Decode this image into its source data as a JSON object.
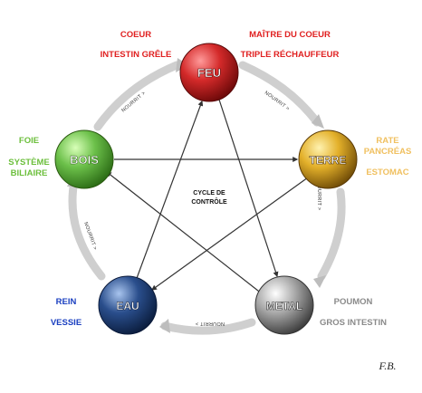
{
  "nodes": {
    "feu": {
      "label": "FEU",
      "color": "#d42a2a"
    },
    "terre": {
      "label": "TERRE",
      "color": "#e3b02a"
    },
    "metal": {
      "label": "METAL",
      "color": "#9a9a9a"
    },
    "eau": {
      "label": "EAU",
      "color": "#2a4e8c"
    },
    "bois": {
      "label": "BOIS",
      "color": "#6cc04a"
    }
  },
  "labels": {
    "feu_left": [
      "COEUR",
      "INTESTIN GRÊLE"
    ],
    "feu_right": [
      "MAÎTRE DU COEUR",
      "TRIPLE RÉCHAUFFEUR"
    ],
    "terre": [
      "RATE",
      "PANCRÉAS",
      "ESTOMAC"
    ],
    "metal": [
      "POUMON",
      "GROS INTESTIN"
    ],
    "eau": [
      "REIN",
      "VESSIE"
    ],
    "bois": [
      "FOIE",
      "SYSTÈME",
      "BILIAIRE"
    ]
  },
  "colors": {
    "feu_text": "#e02020",
    "terre_text": "#f0c060",
    "metal_text": "#8a8a8a",
    "eau_text": "#1a3fc0",
    "bois_text": "#6cbf3c"
  },
  "arrow_label": "NOURRIT >",
  "center_label": [
    "CYCLE DE",
    "CONTRÔLE"
  ],
  "signature": "F.B."
}
